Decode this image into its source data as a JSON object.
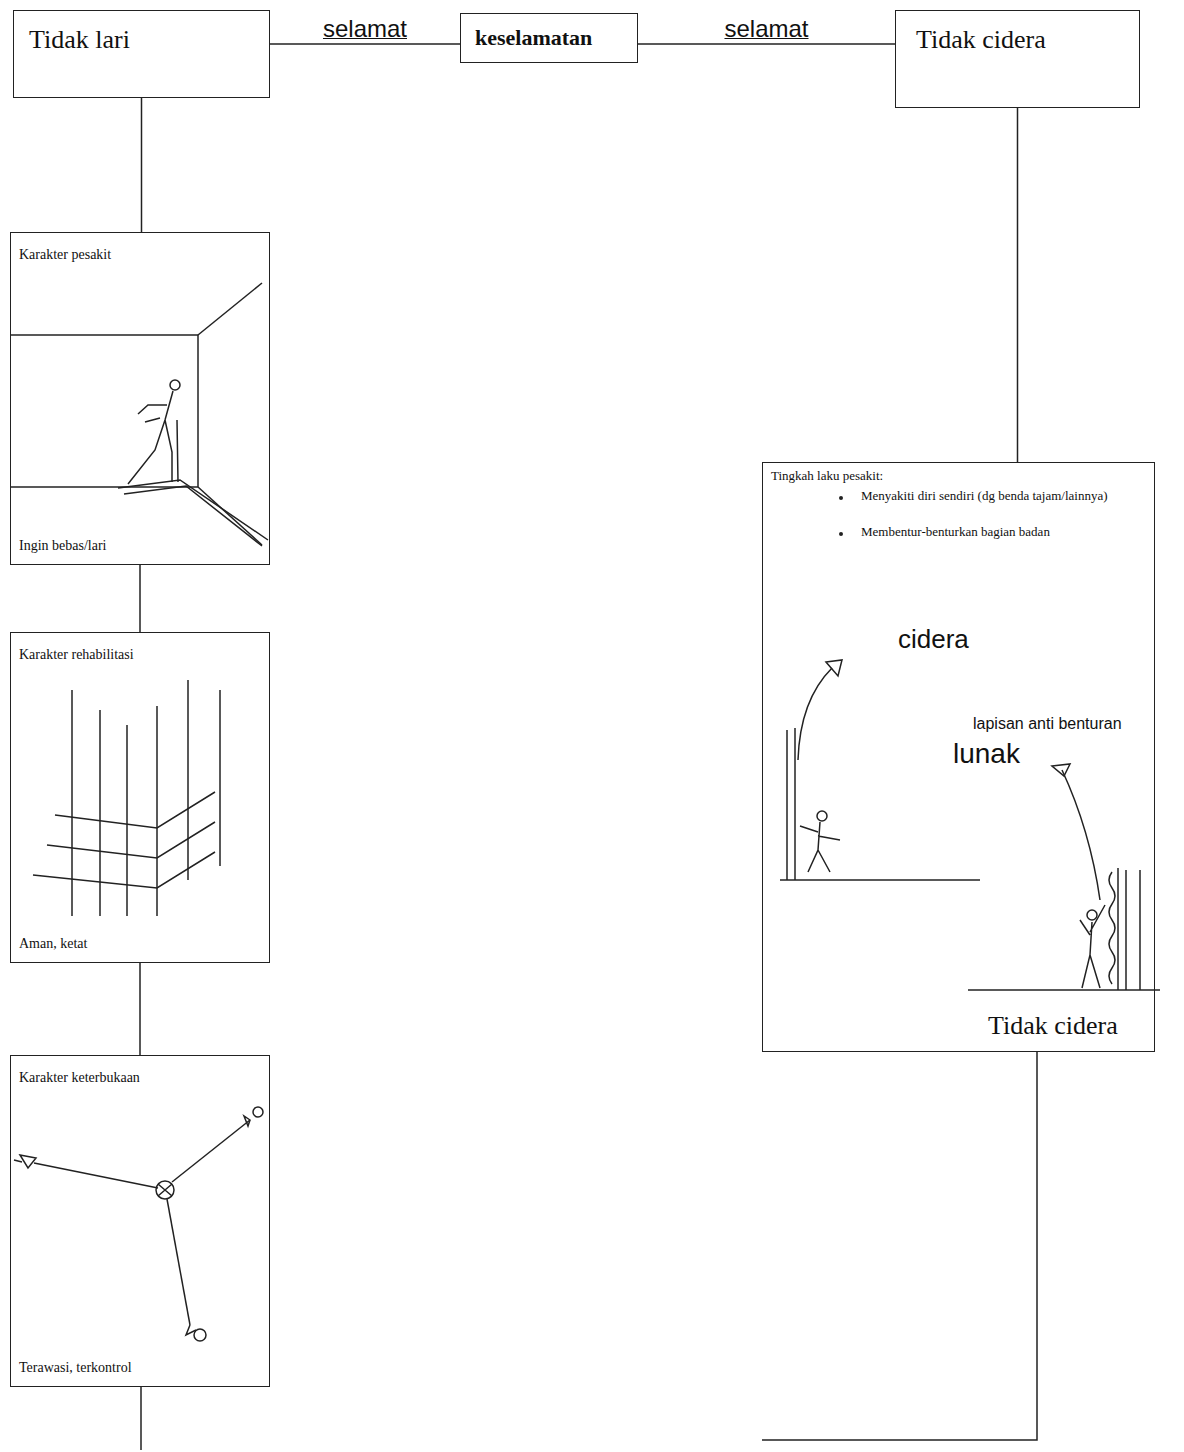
{
  "diagram": {
    "nodes": [
      {
        "text": [
          "Tidak lari"
        ]
      },
      {
        "text": [
          "keselamatan"
        ]
      },
      {
        "text": [
          "Tidak cidera"
        ]
      },
      {
        "text": [
          "Karakter pesakit",
          "Ingin bebas/lari"
        ]
      },
      {
        "text": [
          "Karakter rehabilitasi",
          "Aman, ketat"
        ]
      },
      {
        "text": [
          "Karakter keterbukaan",
          "Terawasi, terkontrol"
        ]
      },
      {
        "text": [
          "Tingkah laku pesakit:",
          "Menyakiti diri sendiri (dg benda tajam/lainnya)",
          "Membentur-benturkan bagian badan",
          "cidera",
          "lapisan anti benturan",
          "lunak",
          "Tidak cidera"
        ]
      }
    ],
    "edges": [
      {
        "from": 0,
        "to": 1,
        "label": "selamat",
        "arrow": "none"
      },
      {
        "from": 1,
        "to": 2,
        "label": "selamat",
        "arrow": "none"
      },
      {
        "from": 0,
        "to": 3,
        "arrow": "none"
      },
      {
        "from": 3,
        "to": 4,
        "arrow": "none"
      },
      {
        "from": 4,
        "to": 5,
        "arrow": "none"
      },
      {
        "from": 2,
        "to": 6,
        "arrow": "none"
      }
    ]
  }
}
